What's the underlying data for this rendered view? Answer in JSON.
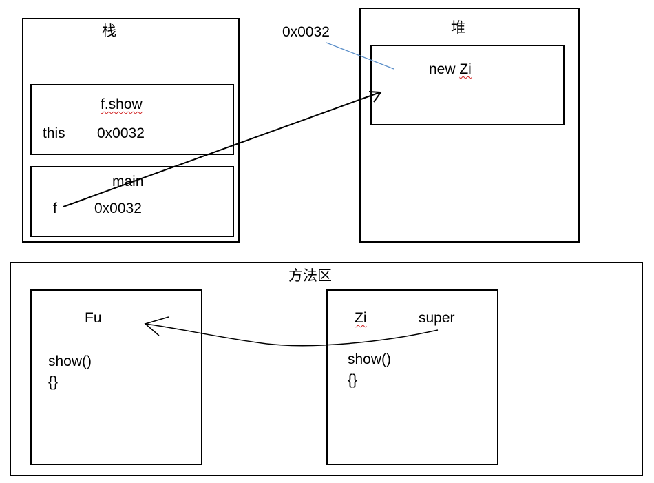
{
  "stack": {
    "title": "栈",
    "frame_fshow": {
      "title": "f.show",
      "var_name": "this",
      "var_value": "0x0032"
    },
    "frame_main": {
      "title": "main",
      "var_name": "f",
      "var_value": "0x0032"
    }
  },
  "heap": {
    "title": "堆",
    "address_label": "0x0032",
    "object_label_prefix": "new ",
    "object_label_class": "Zi"
  },
  "method_area": {
    "title": "方法区",
    "fu_class": {
      "name": "Fu",
      "method_line1": "show()",
      "method_line2": "{}"
    },
    "zi_class": {
      "name": "Zi",
      "super_label": "super",
      "method_line1": "show()",
      "method_line2": "{}"
    }
  },
  "colors": {
    "border": "#000000",
    "address_pointer": "#5b8fc9",
    "spellcheck_underline": "#d02020"
  }
}
